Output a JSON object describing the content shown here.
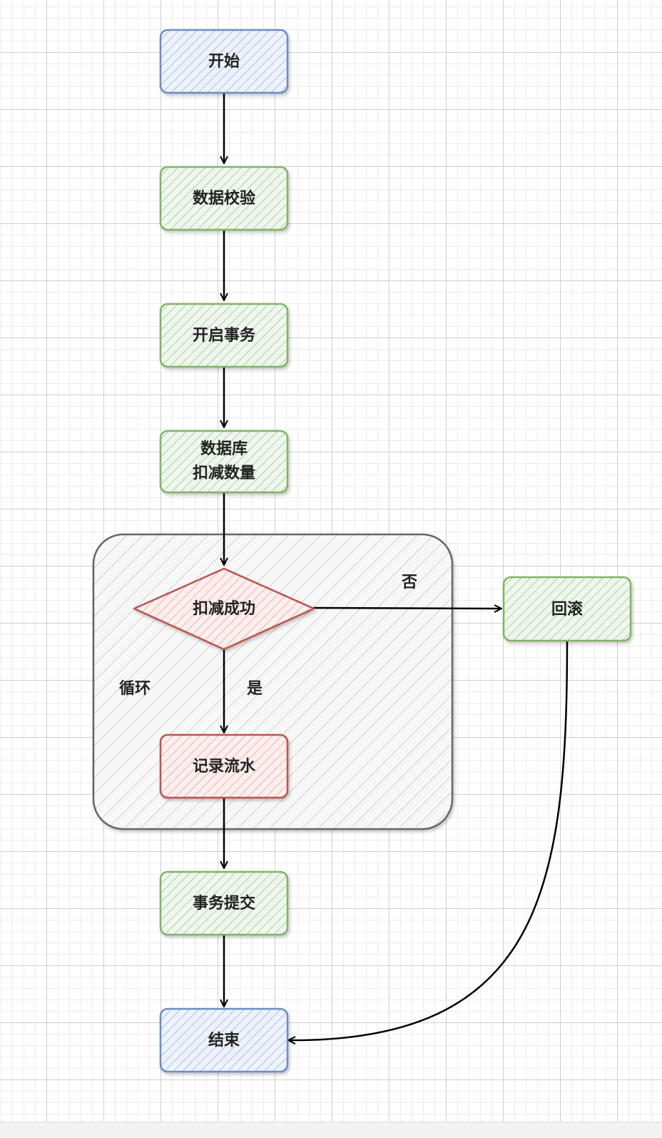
{
  "diagram": {
    "nodes": {
      "start": "开始",
      "validate": "数据校验",
      "begin_tx": "开启事务",
      "deduct_line1": "数据库",
      "deduct_line2": "扣减数量",
      "check": "扣减成功",
      "record": "记录流水",
      "commit": "事务提交",
      "rollback": "回滚",
      "end": "结束"
    },
    "labels": {
      "loop": "循环",
      "yes": "是",
      "no": "否"
    },
    "colors": {
      "terminal_stroke": "#6c8ebf",
      "terminal_fill": "#dae8fc",
      "process_stroke": "#82b366",
      "process_fill": "#d5e8d4",
      "decision_stroke": "#b85450",
      "decision_fill": "#f8cecc",
      "group_stroke": "#666666",
      "group_fill": "#f5f5f5",
      "edge": "#000000"
    }
  }
}
